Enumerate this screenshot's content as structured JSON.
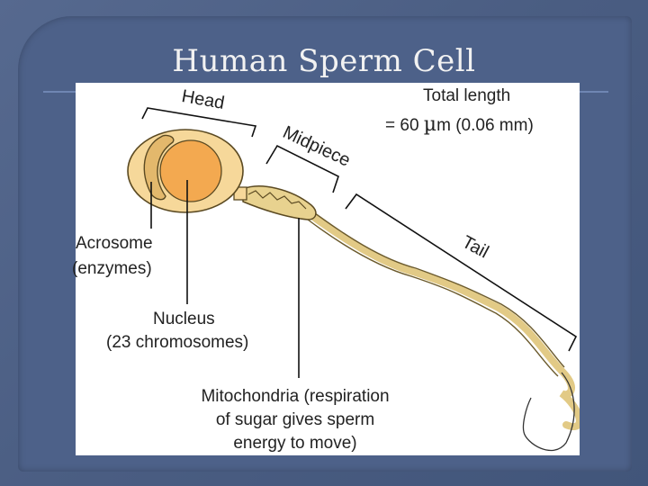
{
  "slide": {
    "title": "Human Sperm Cell"
  },
  "diagram": {
    "labels": {
      "head": "Head",
      "midpiece": "Midpiece",
      "tail": "Tail",
      "total_length_line1": "Total length",
      "total_length_prefix": "= 60 ",
      "total_length_mu": "µ",
      "total_length_suffix": "m (0.06 mm)",
      "acrosome": "Acrosome",
      "acrosome_detail": "(enzymes)",
      "nucleus": "Nucleus",
      "nucleus_detail": "(23 chromosomes)",
      "mitochondria_line1": "Mitochondria (respiration",
      "mitochondria_line2": "of sugar gives sperm",
      "mitochondria_line3": "energy to move)"
    },
    "colors": {
      "head_fill": "#f6d89a",
      "nucleus_fill": "#f3a950",
      "acrosome_fill": "#e3b86c",
      "tail_fill": "#e8d28f",
      "line": "#222222"
    }
  }
}
